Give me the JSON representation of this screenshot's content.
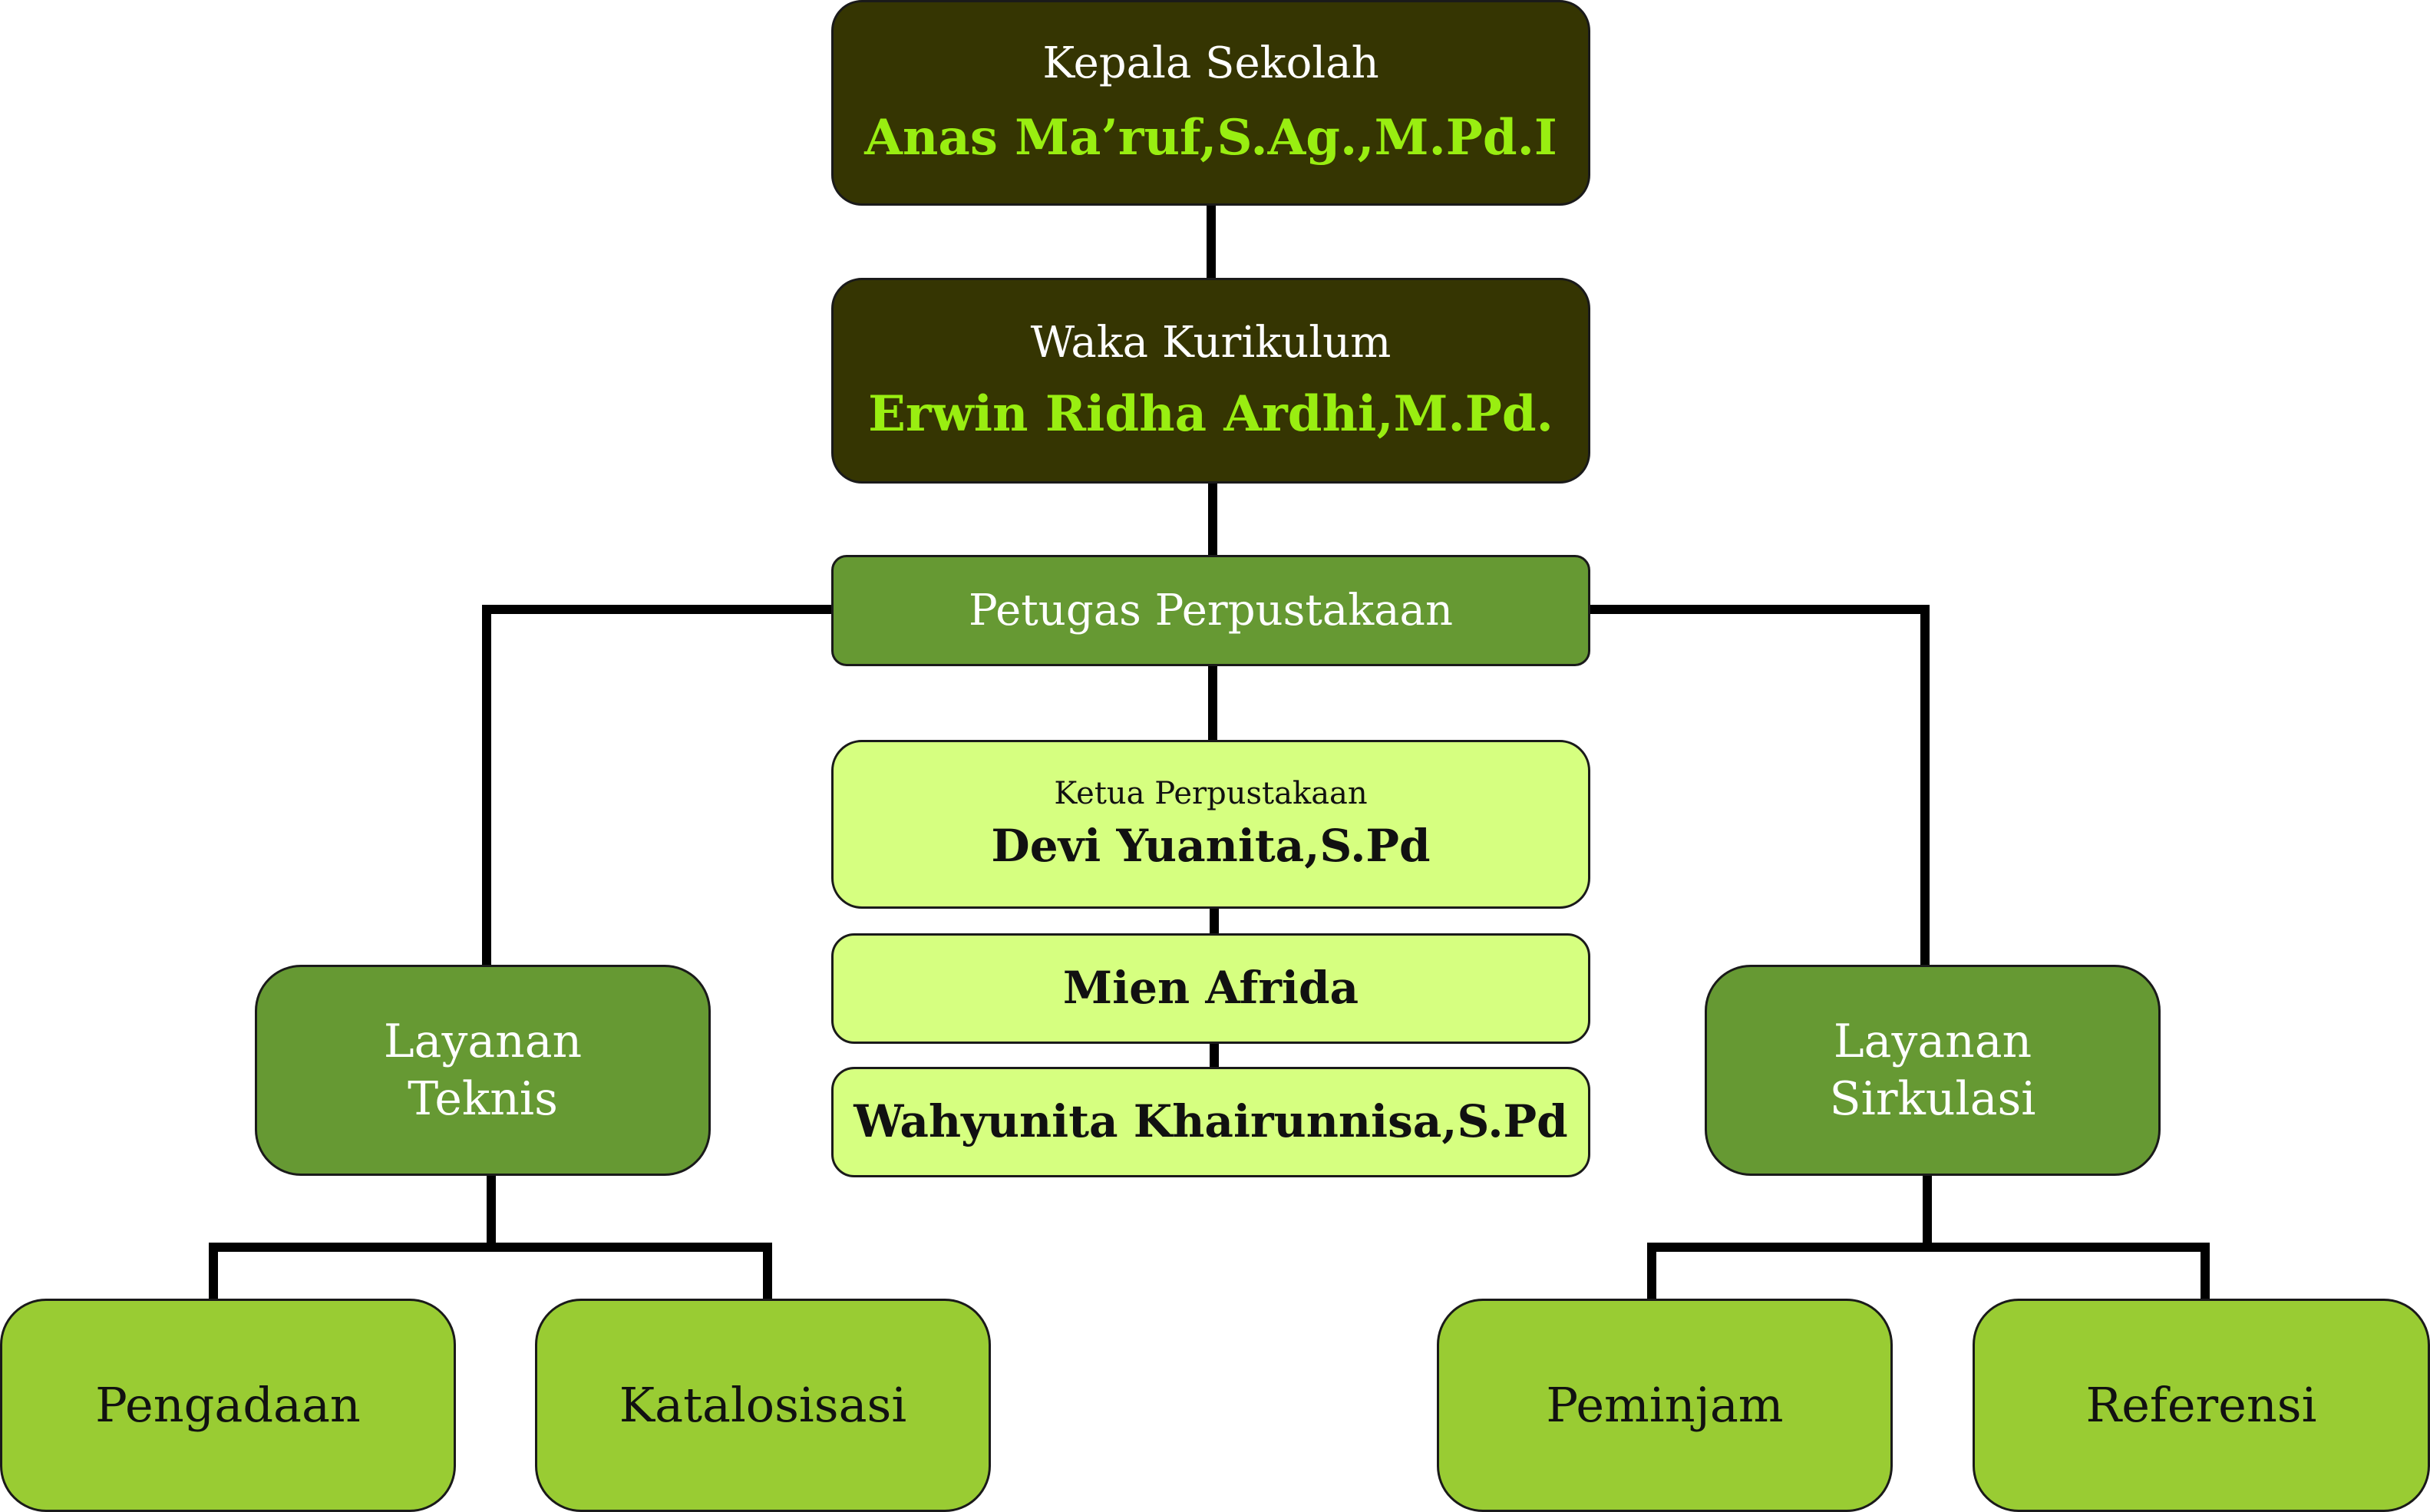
{
  "colors": {
    "dark_box": "#353502",
    "mid_box": "#669933",
    "light_box": "#d6ff80",
    "lime_box": "#99cc33",
    "name_lime_text": "#99ee11",
    "connector": "#000000"
  },
  "kepala": {
    "role": "Kepala Sekolah",
    "name": "Anas Ma’ruf,S.Ag.,M.Pd.I"
  },
  "waka": {
    "role": "Waka Kurikulum",
    "name": "Erwin Ridha Ardhi,M.Pd."
  },
  "petugas": {
    "label": "Petugas Perpustakaan"
  },
  "ketua": {
    "role": "Ketua Perpustakaan",
    "name": "Devi Yuanita,S.Pd"
  },
  "staff": [
    {
      "name": "Mien Afrida"
    },
    {
      "name": "Wahyunita Khairunnisa,S.Pd"
    }
  ],
  "layanan_teknis": {
    "line1": "Layanan",
    "line2": "Teknis",
    "children": [
      "Pengadaan",
      "Katalosisasi"
    ]
  },
  "layanan_sirkulasi": {
    "line1": "Layanan",
    "line2": "Sirkulasi",
    "children": [
      "Peminjam",
      "Referensi"
    ]
  }
}
